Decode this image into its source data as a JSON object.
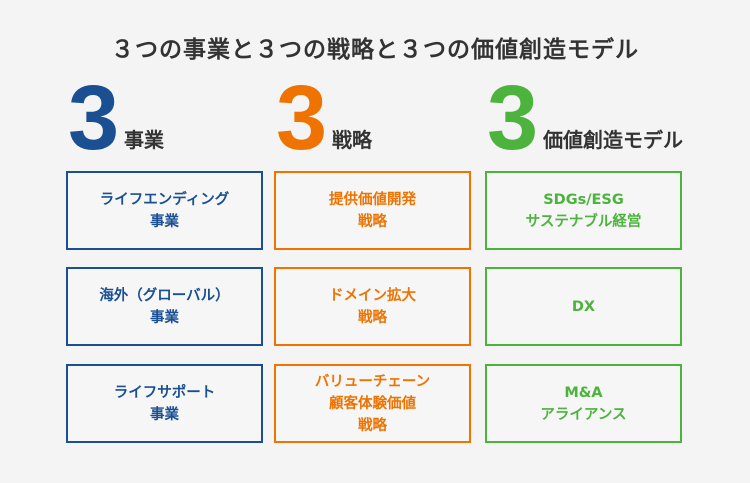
{
  "title": "３つの事業と３つの戦略と３つの価値創造モデル",
  "colors": {
    "business": "#1a4f91",
    "strategy": "#ee7300",
    "value": "#4cb33c"
  },
  "columns": [
    {
      "number": "3",
      "label": "事業",
      "boxes": [
        [
          "ライフエンディング",
          "事業"
        ],
        [
          "海外（グローバル）",
          "事業"
        ],
        [
          "ライフサポート",
          "事業"
        ]
      ]
    },
    {
      "number": "3",
      "label": "戦略",
      "boxes": [
        [
          "提供価値開発",
          "戦略"
        ],
        [
          "ドメイン拡大",
          "戦略"
        ],
        [
          "バリューチェーン",
          "顧客体験価値",
          "戦略"
        ]
      ]
    },
    {
      "number": "3",
      "label": "価値創造モデル",
      "boxes": [
        [
          "SDGs/ESG",
          "サステナブル経営"
        ],
        [
          "DX"
        ],
        [
          "M&A",
          "アライアンス"
        ]
      ]
    }
  ]
}
